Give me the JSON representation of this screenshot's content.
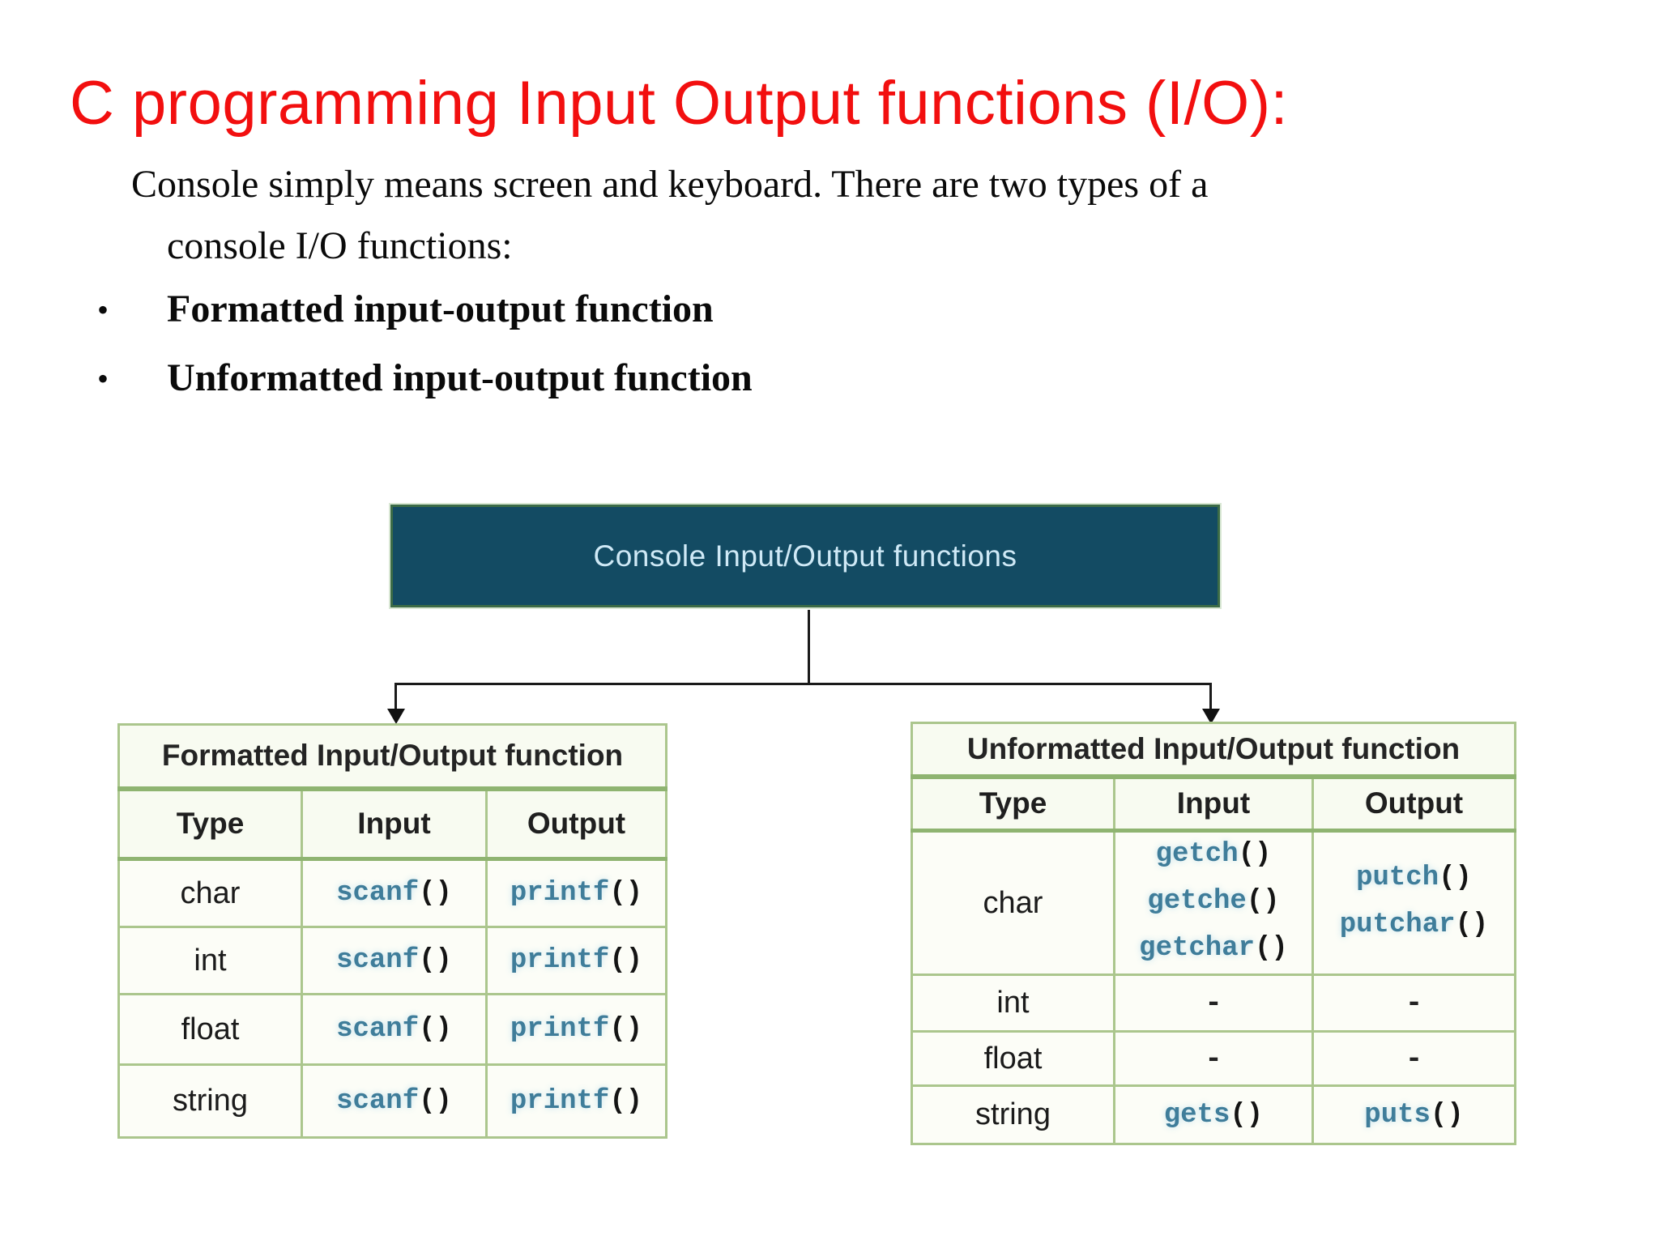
{
  "slide": {
    "title": "C programming Input Output functions (I/O):",
    "intro_line1": "Console simply means screen and keyboard. There are two types of a",
    "intro_line2": "console I/O functions:",
    "bullet_char": "•",
    "bullets": [
      "Formatted input-output function",
      "Unformatted input-output function"
    ]
  },
  "diagram": {
    "root_label": "Console Input/Output functions",
    "syntax": {
      "paren": "()"
    },
    "colors": {
      "title_red": "#f20f0f",
      "root_box_bg": "#134b63",
      "root_box_border": "#3c6b46",
      "root_box_text": "#cfe9f6",
      "table_border": "#abc68d",
      "table_border_strong": "#8fb471",
      "cell_bg": "#fcfdf7",
      "function_teal": "#3f7d9a",
      "connector_black": "#1a1a1a"
    },
    "left_table": {
      "title": "Formatted Input/Output function",
      "columns": [
        "Type",
        "Input",
        "Output"
      ],
      "rows": [
        {
          "type": "char",
          "input_fn": "scanf",
          "output_fn": "printf"
        },
        {
          "type": "int",
          "input_fn": "scanf",
          "output_fn": "printf"
        },
        {
          "type": "float",
          "input_fn": "scanf",
          "output_fn": "printf"
        },
        {
          "type": "string",
          "input_fn": "scanf",
          "output_fn": "printf"
        }
      ]
    },
    "right_table": {
      "title": "Unformatted Input/Output function",
      "columns": [
        "Type",
        "Input",
        "Output"
      ],
      "rows": [
        {
          "type": "char",
          "input_fns": [
            "getch",
            "getche",
            "getchar"
          ],
          "output_fns": [
            "putch",
            "putchar"
          ]
        },
        {
          "type": "int",
          "input_dash": "-",
          "output_dash": "-"
        },
        {
          "type": "float",
          "input_dash": "-",
          "output_dash": "-"
        },
        {
          "type": "string",
          "input_fn": "gets",
          "output_fn": "puts"
        }
      ]
    }
  }
}
